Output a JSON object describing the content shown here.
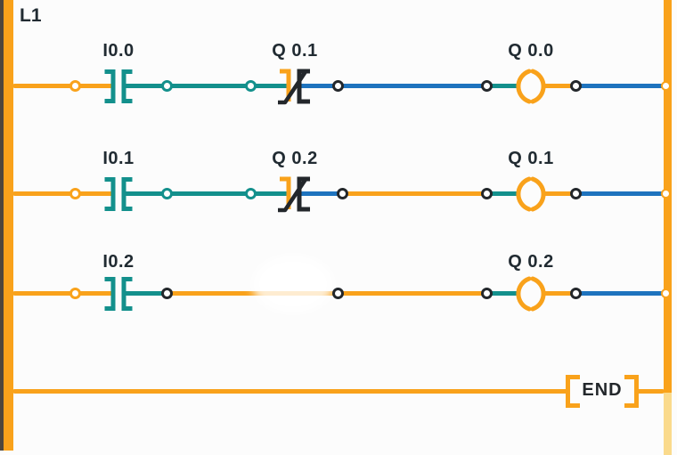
{
  "diagram": {
    "type": "ladder-logic",
    "network_label": "L1",
    "rungs": [
      {
        "contacts": [
          {
            "kind": "normally-open",
            "label": "I0.0"
          },
          {
            "kind": "normally-closed",
            "label": "Q 0.1"
          }
        ],
        "coil": {
          "label": "Q 0.0"
        }
      },
      {
        "contacts": [
          {
            "kind": "normally-open",
            "label": "I0.1"
          },
          {
            "kind": "normally-closed",
            "label": "Q 0.2"
          }
        ],
        "coil": {
          "label": "Q 0.1"
        }
      },
      {
        "contacts": [
          {
            "kind": "normally-open",
            "label": "I0.2"
          }
        ],
        "coil": {
          "label": "Q 0.2"
        }
      },
      {
        "end_instruction": "END"
      }
    ],
    "colors": {
      "power_rail": "#F9A21B",
      "rail_inactive": "#FADA8C",
      "wire_teal": "#13908C",
      "wire_blue": "#1E73BE",
      "symbol_black": "#23272B",
      "label_text": "#212B32",
      "background": "#FCFCFC",
      "rail_shadow": "#4E463C"
    }
  }
}
